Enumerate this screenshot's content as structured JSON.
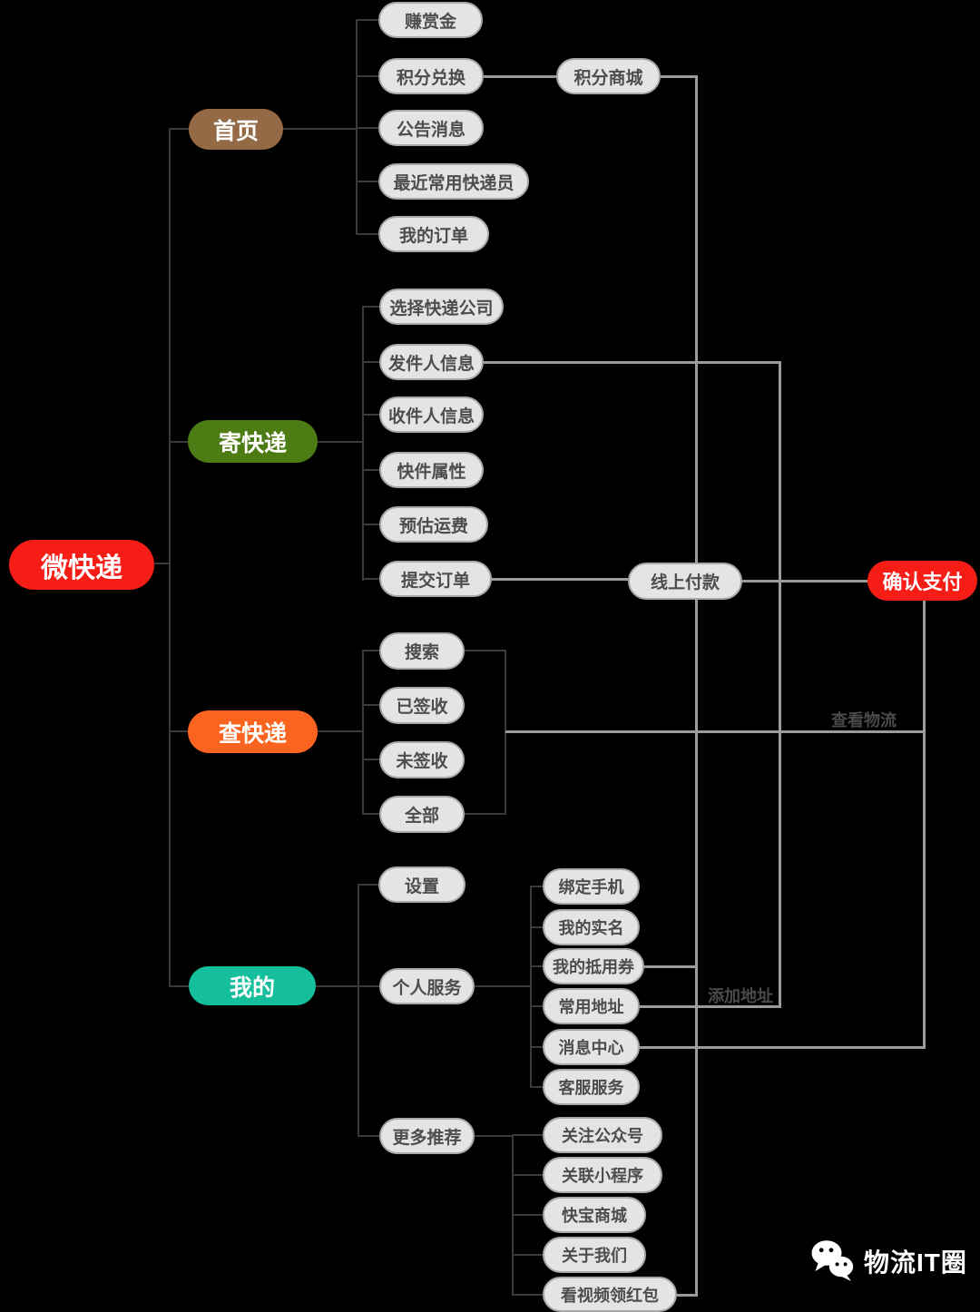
{
  "nodes": {
    "root": "微快递",
    "home": "首页",
    "earn_reward": "赚赏金",
    "points_exchange": "积分兑换",
    "points_mall": "积分商城",
    "announcements": "公告消息",
    "recent_couriers": "最近常用快递员",
    "my_orders": "我的订单",
    "send": "寄快递",
    "choose_company": "选择快递公司",
    "sender_info": "发件人信息",
    "receiver_info": "收件人信息",
    "parcel_attributes": "快件属性",
    "estimate_freight": "预估运费",
    "submit_order": "提交订单",
    "online_payment": "线上付款",
    "confirm_payment": "确认支付",
    "track": "查快递",
    "search": "搜索",
    "signed": "已签收",
    "unsigned": "未签收",
    "all": "全部",
    "mine": "我的",
    "settings": "设置",
    "personal_services": "个人服务",
    "bind_phone": "绑定手机",
    "my_real_name": "我的实名",
    "my_vouchers": "我的抵用券",
    "common_addresses": "常用地址",
    "message_center": "消息中心",
    "customer_service": "客服服务",
    "more_recommendations": "更多推荐",
    "follow_official_account": "关注公众号",
    "linked_mini_programs": "关联小程序",
    "kuaibao_mall": "快宝商城",
    "about_us": "关于我们",
    "watch_video_red_packet": "看视频领红包"
  },
  "link_labels": {
    "view_logistics": "查看物流",
    "add_address": "添加地址"
  },
  "watermark": {
    "text": "物流IT圈"
  },
  "colors": {
    "root_node": "#f61d17",
    "home_node": "#936a45",
    "send_node": "#4c7c13",
    "track_node": "#fa641e",
    "mine_node": "#15bf9b",
    "confirm_payment_node": "#f61d17",
    "leaf_background": "#e4e4e4",
    "leaf_border": "#a8a8a8",
    "leaf_text": "#4d4d4d",
    "tree_line": "#3a3a3a",
    "cross_link_line": "#9b9b9b",
    "background": "#000000"
  }
}
